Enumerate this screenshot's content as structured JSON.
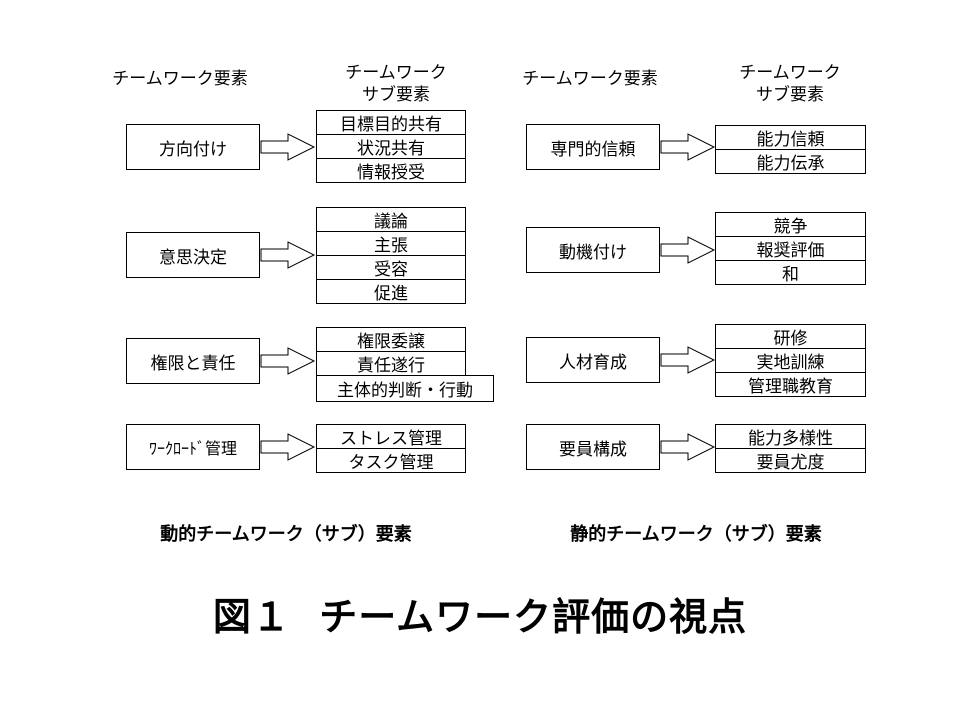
{
  "headers": {
    "left_element": "チームワーク要素",
    "left_sub": [
      "チームワーク",
      "サブ要素"
    ],
    "right_element": "チームワーク要素",
    "right_sub": [
      "チームワーク",
      "サブ要素"
    ]
  },
  "left_groups": [
    {
      "element": "方向付け",
      "subs": [
        "目標目的共有",
        "状況共有",
        "情報授受"
      ]
    },
    {
      "element": "意思決定",
      "subs": [
        "議論",
        "主張",
        "受容",
        "促進"
      ]
    },
    {
      "element": "権限と責任",
      "subs": [
        "権限委譲",
        "責任遂行",
        "主体的判断・行動"
      ]
    },
    {
      "element": "ﾜｰｸﾛｰﾄﾞ管理",
      "subs": [
        "ストレス管理",
        "タスク管理"
      ]
    }
  ],
  "right_groups": [
    {
      "element": "専門的信頼",
      "subs": [
        "能力信頼",
        "能力伝承"
      ]
    },
    {
      "element": "動機付け",
      "subs": [
        "競争",
        "報奨評価",
        "和"
      ]
    },
    {
      "element": "人材育成",
      "subs": [
        "研修",
        "実地訓練",
        "管理職教育"
      ]
    },
    {
      "element": "要員構成",
      "subs": [
        "能力多様性",
        "要員尤度"
      ]
    }
  ],
  "captions": {
    "left": "動的チームワーク（サブ）要素",
    "right": "静的チームワーク（サブ）要素"
  },
  "title": "図１  チームワーク評価の視点"
}
